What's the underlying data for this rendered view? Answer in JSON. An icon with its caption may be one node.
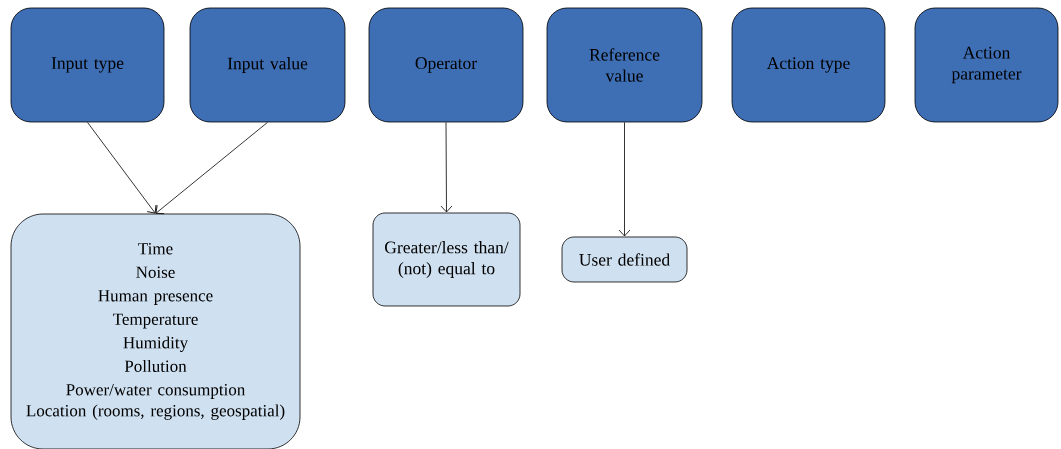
{
  "diagram": {
    "nodes": [
      {
        "text": [
          "Input type"
        ]
      },
      {
        "text": [
          "Input value"
        ]
      },
      {
        "text": [
          "Operator"
        ]
      },
      {
        "text": [
          "Reference value"
        ]
      },
      {
        "text": [
          "Action type"
        ]
      },
      {
        "text": [
          "Action parameter"
        ]
      },
      {
        "text": [
          "Time",
          "Noise",
          "Human presence",
          "Temperature",
          "Humidity",
          "Pollution",
          "Power/water consumption",
          "Location (rooms, regions, geospatial)"
        ]
      },
      {
        "text": [
          "Greater/less than/ (not) equal to"
        ]
      },
      {
        "text": [
          "User defined"
        ]
      }
    ],
    "edges": [
      {
        "from": 0,
        "to": 6,
        "arrow": "to"
      },
      {
        "from": 1,
        "to": 6,
        "arrow": "to"
      },
      {
        "from": 2,
        "to": 7,
        "arrow": "to"
      },
      {
        "from": 3,
        "to": 8,
        "arrow": "to"
      }
    ]
  }
}
